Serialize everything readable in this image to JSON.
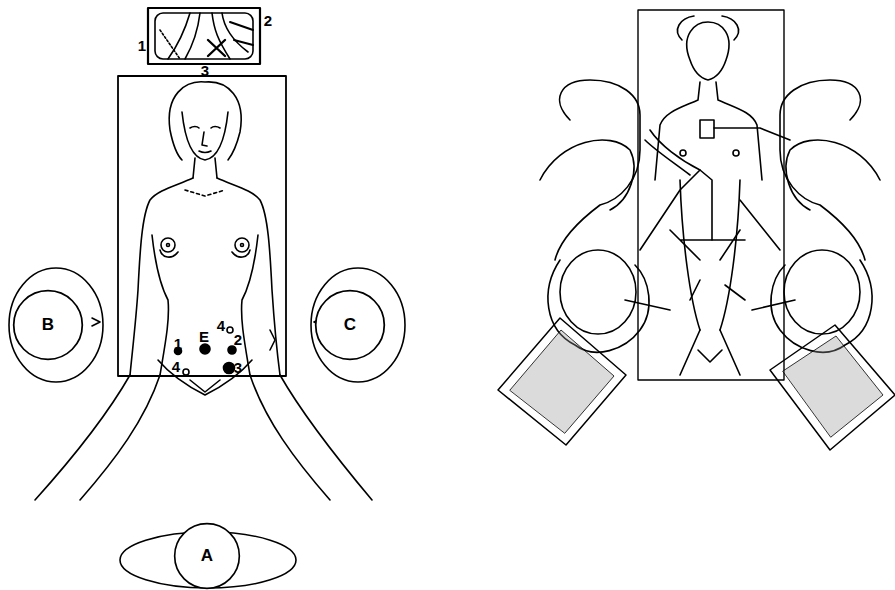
{
  "diagram": {
    "nodes": [
      {
        "text": [
          "B"
        ]
      },
      {
        "text": [
          "C"
        ]
      },
      {
        "text": [
          "A"
        ]
      }
    ],
    "labels": [
      "1",
      "2",
      "3",
      "4",
      "E",
      "2",
      "1",
      "4",
      "3"
    ]
  }
}
